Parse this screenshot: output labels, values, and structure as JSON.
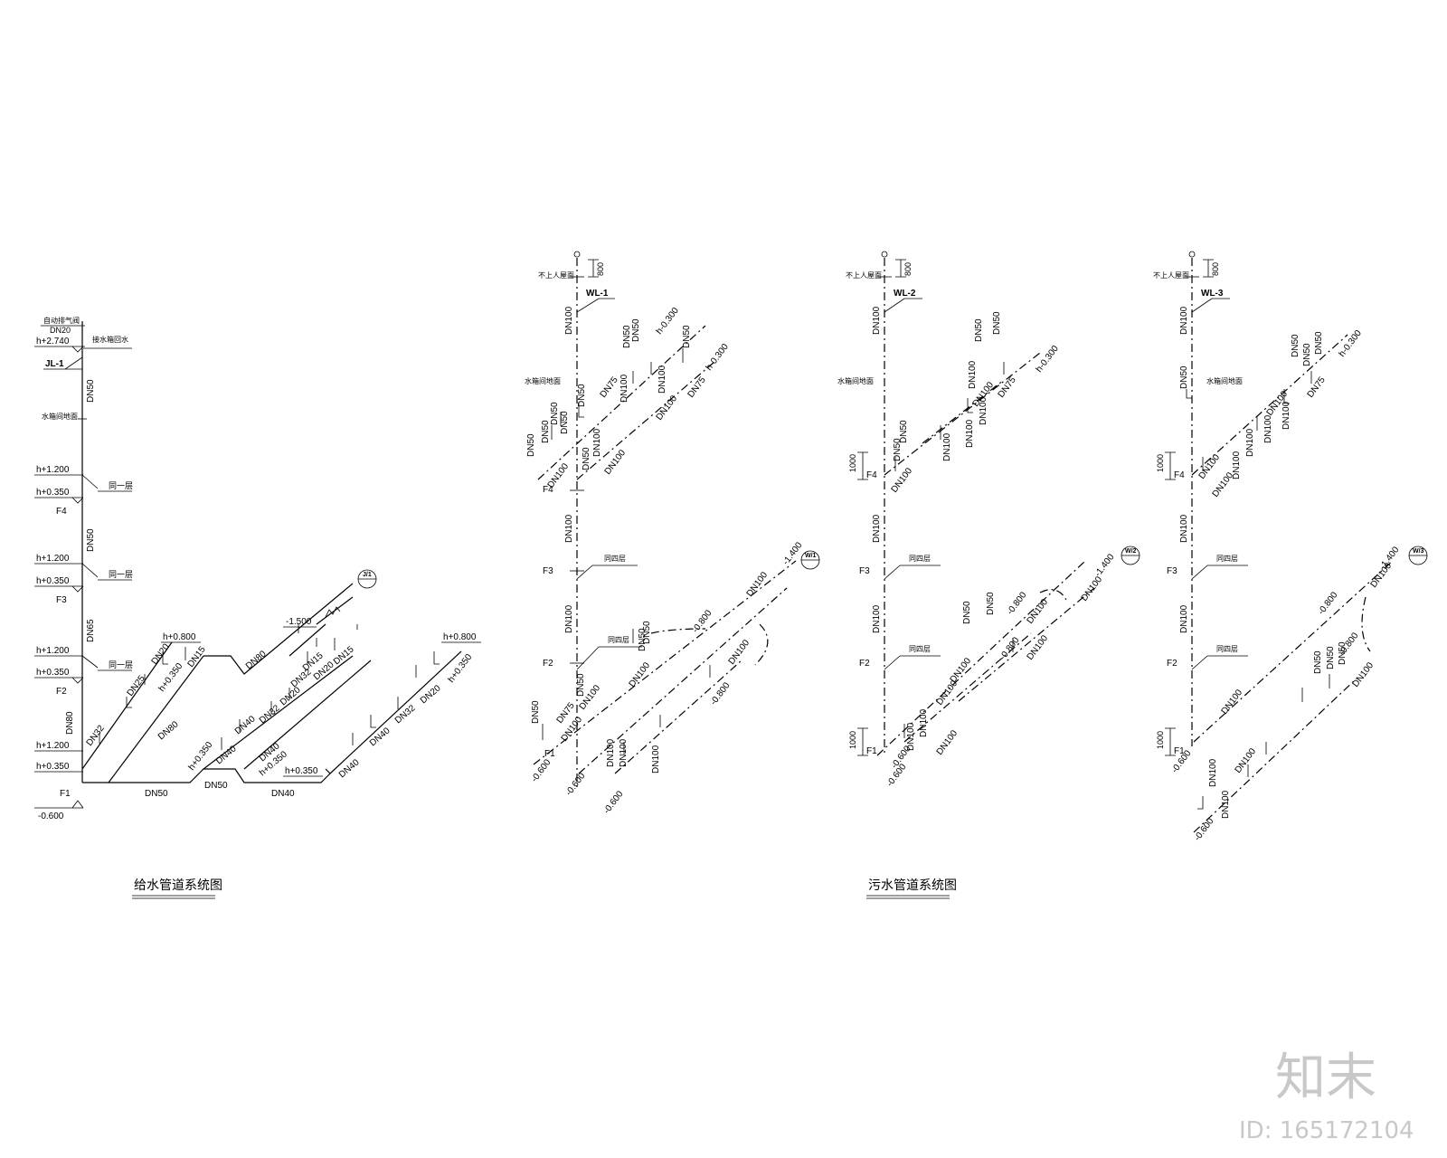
{
  "water_supply": {
    "title": "给水管道系统图",
    "riser": "JL-1",
    "top_labels": [
      "自动排气阀",
      "DN20",
      "h+2.740",
      "接水箱回水"
    ],
    "roof_label": "水箱间地面",
    "floors": [
      "F4",
      "F3",
      "F2",
      "F1"
    ],
    "level_marks": [
      "h+1.200",
      "h+0.350"
    ],
    "per_floor": "同一层",
    "riser_sizes": [
      "DN50",
      "DN50",
      "DN65",
      "DN80"
    ],
    "base_elev": "-0.600",
    "branch_sizes": [
      "DN32",
      "DN25",
      "DN20",
      "DN15",
      "DN80",
      "DN50",
      "DN50",
      "DN40",
      "DN40",
      "DN40",
      "DN32",
      "DN20",
      "DN15",
      "DN40",
      "DN32",
      "DN20",
      "DN15",
      "DN40",
      "DN40",
      "DN32",
      "DN20"
    ],
    "branch_marks": [
      "h+0.800",
      "h+0.350",
      "h+0.350",
      "h+0.350",
      "h+0.350",
      "h+0.800",
      "h+0.350"
    ],
    "inlet_elev": "-1.500",
    "inlet_tag": "J/1"
  },
  "sewage": {
    "title": "污水管道系统图",
    "roof_label": "不上人屋面",
    "vent_height": "800",
    "floor_height": "1000",
    "roof_floor": "水箱间地面",
    "same_floor": "同四层",
    "floors": [
      "F4",
      "F3",
      "F2",
      "F1"
    ],
    "stacks": [
      {
        "id": "WL-1",
        "tag": "W/1",
        "riser_sizes": [
          "DN100",
          "DN50",
          "DN100",
          "DN100",
          "DN50"
        ],
        "labels": [
          "DN50",
          "DN50",
          "DN50",
          "DN50",
          "DN50",
          "DN100",
          "DN50",
          "DN100",
          "DN75",
          "DN50",
          "DN50",
          "DN100",
          "DN100",
          "DN100",
          "DN50",
          "DN100",
          "DN75",
          "DN100",
          "DN100",
          "DN50",
          "DN100",
          "DN100",
          "DN75",
          "DN100",
          "DN100",
          "DN100",
          "DN100"
        ],
        "elevs": [
          "h-0.300",
          "h-0.300",
          "-0.800",
          "-0.800",
          "-1.400",
          "-0.600",
          "-0.600",
          "-0.600"
        ]
      },
      {
        "id": "WL-2",
        "tag": "W/2",
        "riser_sizes": [
          "DN100",
          "DN100",
          "DN100"
        ],
        "labels": [
          "DN50",
          "DN50",
          "DN50",
          "DN100",
          "DN100",
          "DN75",
          "DN100",
          "DN100",
          "DN100",
          "DN50",
          "DN100",
          "DN50",
          "DN50",
          "DN100",
          "DN100",
          "DN100",
          "DN100",
          "DN100",
          "DN100",
          "DN100",
          "DN100"
        ],
        "elevs": [
          "h-0.300",
          "-0.800",
          "-0.800",
          "-1.400",
          "-0.600",
          "-0.600"
        ]
      },
      {
        "id": "WL-3",
        "tag": "W/3",
        "riser_sizes": [
          "DN100",
          "DN50",
          "DN100",
          "DN100"
        ],
        "labels": [
          "DN50",
          "DN50",
          "DN50",
          "DN100",
          "DN75",
          "DN100",
          "DN100",
          "DN100",
          "DN100",
          "DN100",
          "DN100",
          "DN50",
          "DN50",
          "DN50",
          "DN100",
          "DN100",
          "DN100",
          "DN100",
          "DN100"
        ],
        "elevs": [
          "h-0.300",
          "-0.800",
          "-0.800",
          "-1.400",
          "-0.600",
          "-0.600"
        ]
      }
    ]
  },
  "watermark": {
    "brand": "知末",
    "id": "ID: 165172104"
  }
}
